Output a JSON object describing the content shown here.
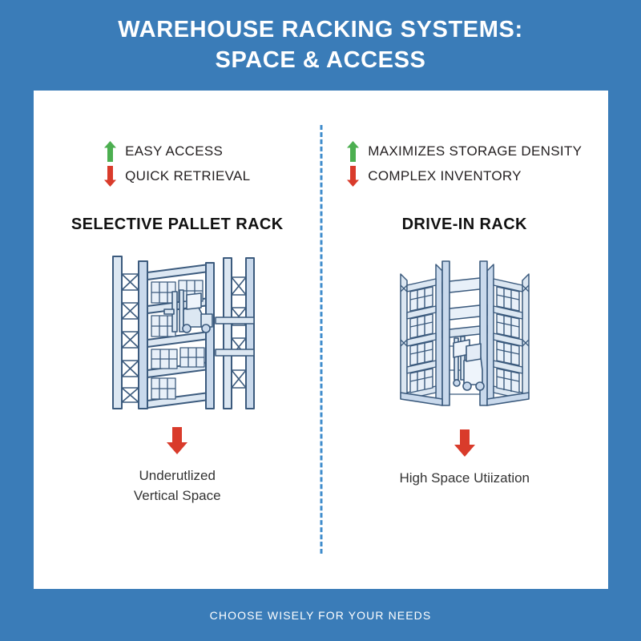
{
  "header": {
    "title_line1": "WAREHOUSE RACKING SYSTEMS:",
    "title_line2": "SPACE & ACCESS"
  },
  "colors": {
    "background_blue": "#3a7cb8",
    "card_white": "#ffffff",
    "divider_blue": "#3f8ccc",
    "arrow_up_green": "#4caf50",
    "arrow_down_red": "#d93b2b",
    "illustration_line": "#3b5a7d",
    "illustration_fill": "#dce7f2",
    "heading_text": "#111111",
    "body_text": "#333333"
  },
  "columns": [
    {
      "id": "selective-pallet-rack",
      "bullets": [
        {
          "icon": "arrow-up-icon",
          "direction": "up",
          "label": "EASY ACCESS"
        },
        {
          "icon": "arrow-down-icon",
          "direction": "down",
          "label": "QUICK RETRIEVAL"
        }
      ],
      "rack_title": "SELECTIVE PALLET RACK",
      "illustration": "selective-pallet-rack-illustration",
      "result_icon": "arrow-down-icon",
      "caption_line1": "Underutlized",
      "caption_line2": "Vertical Space"
    },
    {
      "id": "drive-in-rack",
      "bullets": [
        {
          "icon": "arrow-up-icon",
          "direction": "up",
          "label": "MAXIMIZES STORAGE DENSITY"
        },
        {
          "icon": "arrow-down-icon",
          "direction": "down",
          "label": "COMPLEX INVENTORY"
        }
      ],
      "rack_title": "DRIVE-IN RACK",
      "illustration": "drive-in-rack-illustration",
      "result_icon": "arrow-down-icon",
      "caption_line1": "High Space Utiization",
      "caption_line2": ""
    }
  ],
  "footer": {
    "text": "CHOOSE WISELY FOR YOUR NEEDS"
  }
}
